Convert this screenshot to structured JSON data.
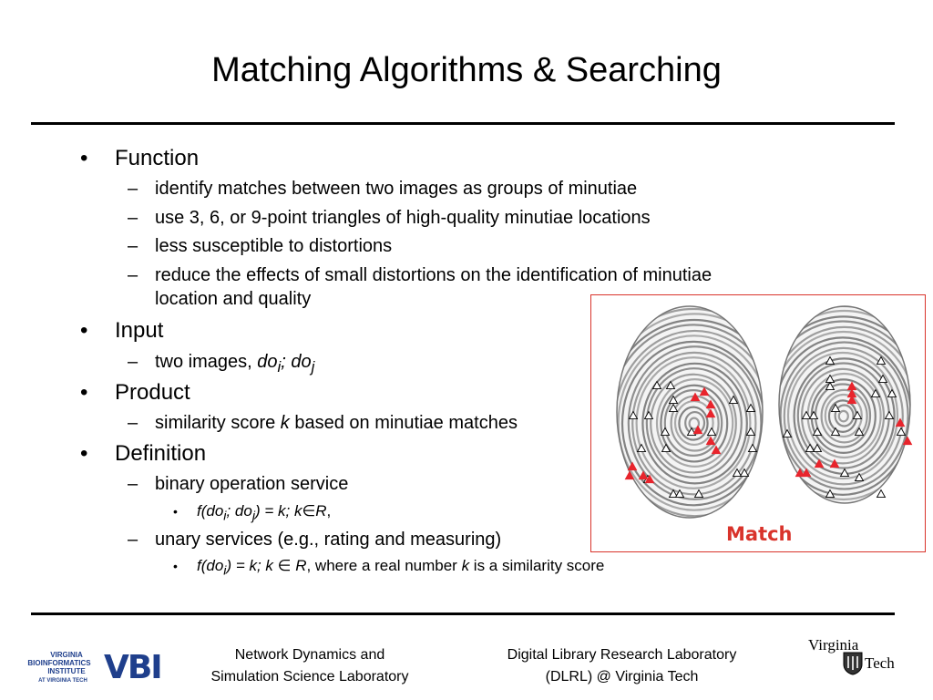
{
  "slide": {
    "title": "Matching Algorithms & Searching",
    "bullet_marker": "•",
    "dash_marker": "–",
    "sections": {
      "function": {
        "label": "Function",
        "items": [
          "identify matches between two images as groups of minutiae",
          "use 3, 6, or 9-point triangles of high-quality minutiae locations",
          "less susceptible to distortions",
          "reduce the effects of small distortions on the identification of minutiae",
          "location and quality"
        ]
      },
      "input": {
        "label": "Input",
        "item_prefix": "two images, ",
        "var_a": "do",
        "sub_a": "i",
        "sep": "; ",
        "var_b": "do",
        "sub_b": "j"
      },
      "product": {
        "label": "Product",
        "item_prefix": "similarity score ",
        "var_k": "k",
        "item_suffix": " based on minutiae matches"
      },
      "definition": {
        "label": "Definition",
        "binary_label": "binary operation service",
        "binary_formula": {
          "p1": "f(do",
          "s1": "i",
          "p2": "; do",
          "s2": "j",
          "p3": ") = k; k",
          "elem": "∈",
          "p4": "R",
          "p5": ","
        },
        "unary_label": "unary services (e.g., rating and measuring)",
        "unary_formula": {
          "p1": "f(do",
          "s1": "i",
          "p2": ") = k; k ",
          "elem": "∈",
          "p3": " R",
          "p4": ", where a real number ",
          "k": "k",
          "p5": " is a similarity score"
        }
      }
    }
  },
  "figure": {
    "label": "Match",
    "border_color": "#d9332b",
    "match_marker_color": "#e8242c",
    "minutia_marker_color": "#000000",
    "shading_color": "#6e6e6e"
  },
  "footer": {
    "center_left": [
      "Network Dynamics and",
      "Simulation Science Laboratory"
    ],
    "center_right": [
      "Digital Library Research Laboratory",
      "(DLRL) @ Virginia Tech"
    ],
    "vbi_logo": {
      "line1": "VIRGINIA",
      "line2": "BIOINFORMATICS",
      "line3": "INSTITUTE",
      "line4": "AT VIRGINIA TECH",
      "mark": "VBI"
    },
    "vt_logo": {
      "line1": "Virginia",
      "line2": "Tech"
    }
  }
}
